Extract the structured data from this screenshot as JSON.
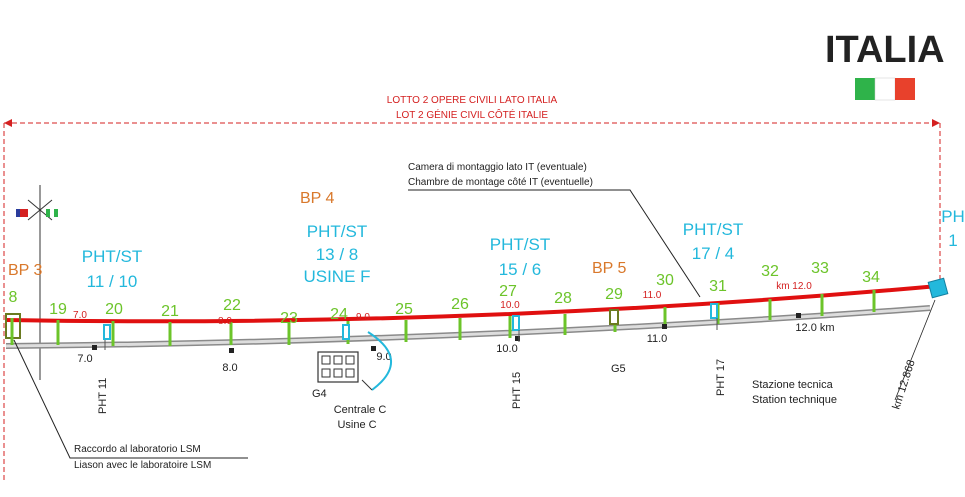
{
  "header": {
    "country": "ITALIA",
    "flag_colors": [
      "#2fb34a",
      "#ffffff",
      "#e8412c"
    ]
  },
  "lot": {
    "line1": "LOTTO 2 OPERE CIVILI LATO ITALIA",
    "line2": "LOT 2 GÉNIE CIVIL CÔTÉ ITALIE"
  },
  "camera": {
    "line1": "Camera di montaggio lato IT (eventuale)",
    "line2": "Chambre de montage côté IT (eventuelle)"
  },
  "bp": [
    "BP 3",
    "BP 4",
    "BP 5"
  ],
  "pht_st_blocks": [
    {
      "l1": "PHT/ST",
      "l2": "11 / 10",
      "l3": ""
    },
    {
      "l1": "PHT/ST",
      "l2": "13 / 8",
      "l3": "USINE F"
    },
    {
      "l1": "PHT/ST",
      "l2": "15 / 6",
      "l3": ""
    },
    {
      "l1": "PHT/ST",
      "l2": "17 / 4",
      "l3": ""
    },
    {
      "l1": "PH",
      "l2": "1",
      "l3": ""
    }
  ],
  "segments": [
    "8",
    "19",
    "20",
    "21",
    "22",
    "23",
    "24",
    "25",
    "26",
    "27",
    "28",
    "29",
    "30",
    "31",
    "32",
    "33",
    "34"
  ],
  "red_km": [
    "7.0",
    "8.0",
    "9.0",
    "10.0",
    "11.0",
    "km 12.0"
  ],
  "black_km": [
    "7.0",
    "8.0",
    "9.0",
    "10.0",
    "11.0",
    "12.0 km",
    "km 12.868"
  ],
  "shafts": [
    "PHT 11",
    "PHT 15",
    "PHT 17"
  ],
  "labels": {
    "g4": "G4",
    "g5": "G5",
    "centrale_c": "Centrale C",
    "usine_c": "Usine C",
    "stazione": "Stazione tecnica",
    "station": "Station technique",
    "raccordo": "Raccordo al laboratorio LSM",
    "liason": "Liason avec le laboratoire LSM"
  },
  "colors": {
    "red_line": "#e01010",
    "gray_line": "#8a8a8a",
    "pht_cyan": "#23b8dc",
    "segment_green": "#6cc42a",
    "bp_orange": "#d9782b",
    "lot_red": "#d42020"
  }
}
